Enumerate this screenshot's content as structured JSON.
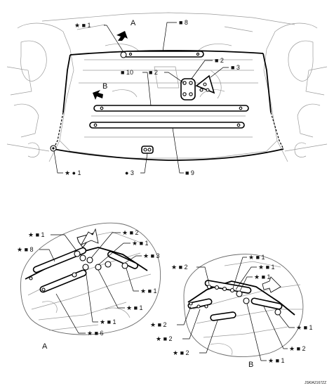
{
  "top_view": {
    "view_arrow_a": "A",
    "view_arrow_b": "B",
    "callouts": {
      "star_sq_1": "★ ■ 1",
      "sq_8": "■ 8",
      "sq_2": "■ 2",
      "sq_3": "■ 3",
      "sq_10": "■ 10",
      "sq_2_center": "■ 2",
      "star_dot_1": "★ ● 1",
      "dot_3": "● 3",
      "sq_9": "■ 9"
    }
  },
  "detail_a": {
    "view_label": "A",
    "callouts": {
      "star_sq_1": "★ ■ 1",
      "star_sq_8": "★ ■ 8",
      "star_sq_2": "★ ■ 2",
      "star_sq_1_b": "★ ■ 1",
      "star_sq_3": "★ ■ 3",
      "star_sq_1_right": "★ ■ 1",
      "star_sq_1_lower": "★ ■ 1",
      "star_sq_1_bottom": "★ ■ 1",
      "star_sq_6": "★ ■ 6"
    }
  },
  "detail_b": {
    "view_label": "B",
    "callouts": {
      "star_sq_1_top": "★ ■ 1",
      "star_sq_1_top2": "★ ■ 1",
      "star_sq_2_left": "★ ■ 2",
      "star_sq_1_mid": "★ ■ 1",
      "star_sq_2_l1": "★ ■ 2",
      "star_sq_2_l2": "★ ■ 2",
      "star_sq_2_l3": "★ ■ 2",
      "star_sq_1_right": "★ ■ 1",
      "star_sq_2_right": "★ ■ 2",
      "star_sq_1_bottom": "★ ■ 1"
    }
  },
  "figure_code": "JSKIA2167ZZ"
}
